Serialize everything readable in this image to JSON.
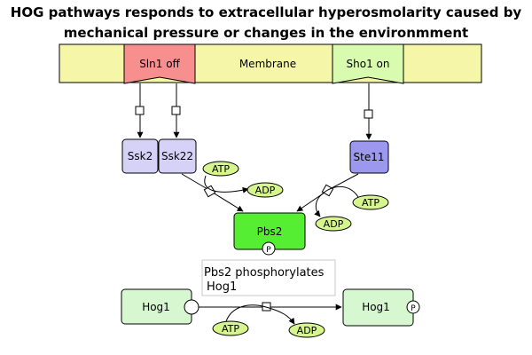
{
  "title": {
    "line1": "HOG pathways responds to extracellular hyperosmolarity caused by",
    "line2": "mechanical pressure or changes in the environmment"
  },
  "diagram": {
    "membrane": "Membrane",
    "sln1": "Sln1 off",
    "sho1": "Sho1 on",
    "ssk2": "Ssk2",
    "ssk22": "Ssk22",
    "ste11": "Ste11",
    "pbs2": "Pbs2",
    "hog1_left": "Hog1",
    "hog1_right": "Hog1",
    "phospho_mark": "P",
    "atp": "ATP",
    "adp": "ADP",
    "note_line1": "Pbs2 phosphorylates",
    "note_line2": "Hog1"
  },
  "colors": {
    "membrane_fill": "#f6f6a8",
    "sln1_fill": "#f78f8f",
    "sho1_fill": "#d9fbb0",
    "ssk_fill": "#d6d2f7",
    "ste11_fill": "#9c98ef",
    "pbs2_fill": "#55ee33",
    "hog1_fill": "#d6f7d0",
    "atp_adp_fill": "#d6f58e"
  }
}
